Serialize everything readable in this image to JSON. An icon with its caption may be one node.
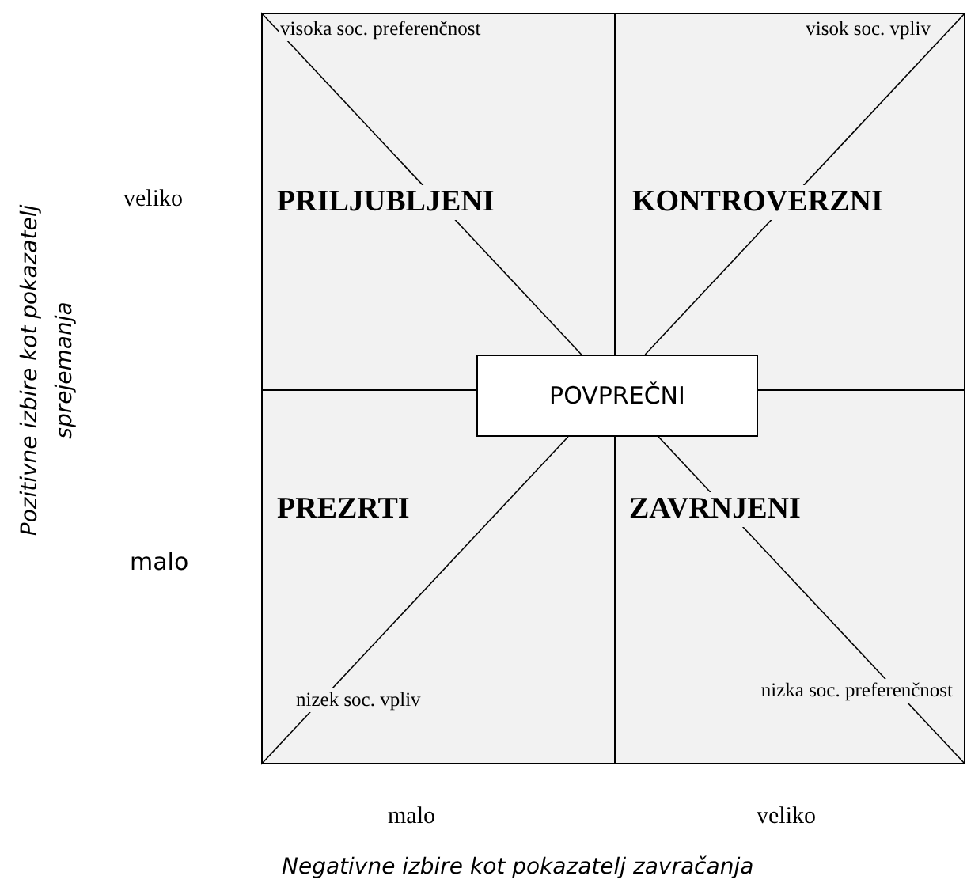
{
  "diagram": {
    "nodes": [
      {
        "text": [
          "visoka soc. preferenčnost",
          "PRILJUBLJENI"
        ]
      },
      {
        "text": [
          "visok soc. vpliv",
          "KONTROVERZNI"
        ]
      },
      {
        "text": [
          "PREZRTI",
          "nizek soc. vpliv"
        ]
      },
      {
        "text": [
          "ZAVRNJENI",
          "nizka soc. preferenčnost"
        ]
      },
      {
        "text": [
          "POVPREČNI"
        ]
      }
    ],
    "edges": [
      {
        "from": 0,
        "to": 4,
        "arrow": "none"
      },
      {
        "from": 1,
        "to": 4,
        "arrow": "none"
      },
      {
        "from": 2,
        "to": 4,
        "arrow": "none"
      },
      {
        "from": 3,
        "to": 4,
        "arrow": "none"
      }
    ],
    "labels": [
      "Pozitivne izbire kot pokazatelj sprejemanja",
      "veliko",
      "malo",
      "malo",
      "veliko",
      "Negativne izbire kot pokazatelj zavračanja"
    ]
  }
}
